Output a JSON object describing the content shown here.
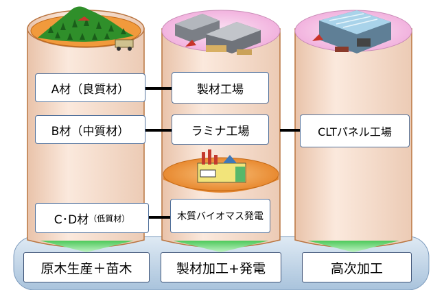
{
  "materials": {
    "a_grade": {
      "main": "A材",
      "paren": "（良質材）"
    },
    "b_grade": {
      "main": "B材",
      "paren": "（中質材）"
    },
    "cd_grade": {
      "main": "C･D材",
      "paren": "（低質材）"
    }
  },
  "facilities": {
    "sawmill": "製材工場",
    "lamina": "ラミナ工場",
    "biomass": "木質バイオマス発電",
    "clt": "CLTパネル工場"
  },
  "stages": {
    "stage1": "原木生産＋苗木",
    "stage2": "製材加工+発電",
    "stage3": "高次加工"
  },
  "colors": {
    "column_fill": "#f3d9c8",
    "column_edge": "#b9743f",
    "top_pink": "#f6c3e6",
    "orange_disc": "#f19a3c",
    "base_fill": "#c6d9ea",
    "arrow_green": "#5cd06a",
    "connector": "#000000"
  }
}
